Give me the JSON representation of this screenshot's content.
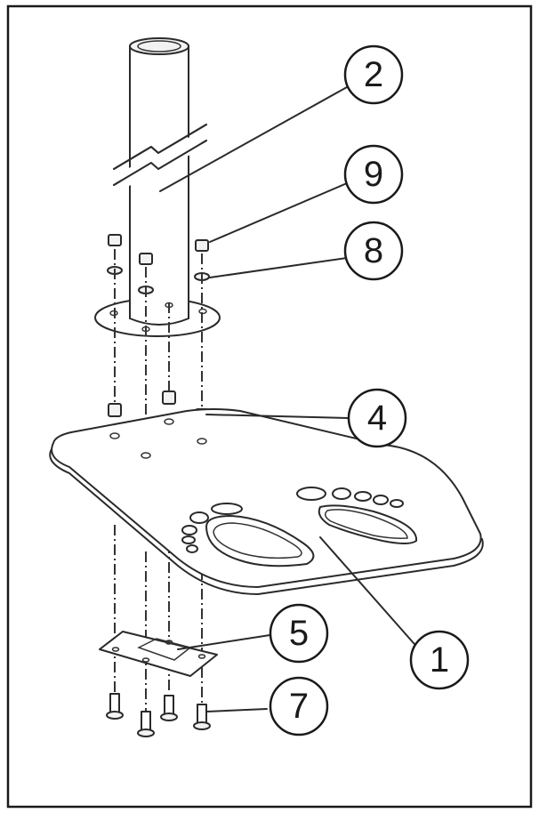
{
  "diagram": {
    "callouts": [
      {
        "id": "c2",
        "label": "2"
      },
      {
        "id": "c9",
        "label": "9"
      },
      {
        "id": "c8",
        "label": "8"
      },
      {
        "id": "c4",
        "label": "4"
      },
      {
        "id": "c5",
        "label": "5"
      },
      {
        "id": "c1",
        "label": "1"
      },
      {
        "id": "c7",
        "label": "7"
      }
    ],
    "colors": {
      "line": "#2a2a2a",
      "background": "#ffffff",
      "frame": "#1a1a1a"
    }
  }
}
